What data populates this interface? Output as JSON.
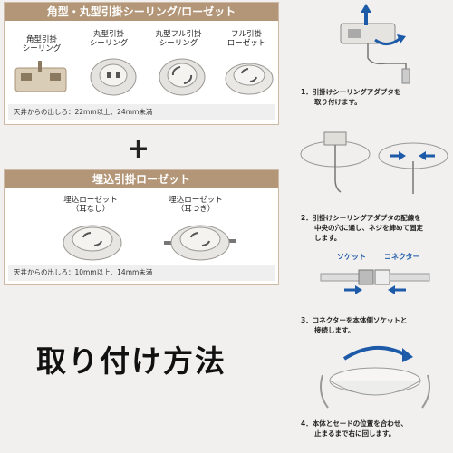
{
  "panel1": {
    "title": "角型・丸型引掛シーリング/ローゼット",
    "items": [
      {
        "label": "角型引掛\nシーリング"
      },
      {
        "label": "丸型引掛\nシーリング"
      },
      {
        "label": "丸型フル引掛\nシーリング"
      },
      {
        "label": "フル引掛\nローゼット"
      }
    ],
    "note": "天井からの出しろ：22mm以上、24mm未満"
  },
  "plus": "+",
  "panel2": {
    "title": "埋込引掛ローゼット",
    "items": [
      {
        "label": "埋込ローゼット\n（耳なし）"
      },
      {
        "label": "埋込ローゼット\n（耳つき）"
      }
    ],
    "note": "天井からの出しろ：10mm以上、14mm未満"
  },
  "title": "取り付け方法",
  "steps": [
    {
      "text": "1．引掛けシーリングアダプタを\n　　取り付けます。"
    },
    {
      "text": "2．引掛けシーリングアダプタの配線を\n　　中央の穴に通し、ネジを締めて固定\n　　します。"
    },
    {
      "text": "3．コネクターを本体側ソケットと\n　　接続します。"
    },
    {
      "text": "4．本体とセードの位置を合わせ、\n　　止まるまで右に回します。"
    }
  ],
  "labels": {
    "socket": "ソケット",
    "connector": "コネクター"
  },
  "colors": {
    "header": "#b39678",
    "border": "#cdb9a4",
    "arrow": "#1d5aa8"
  }
}
